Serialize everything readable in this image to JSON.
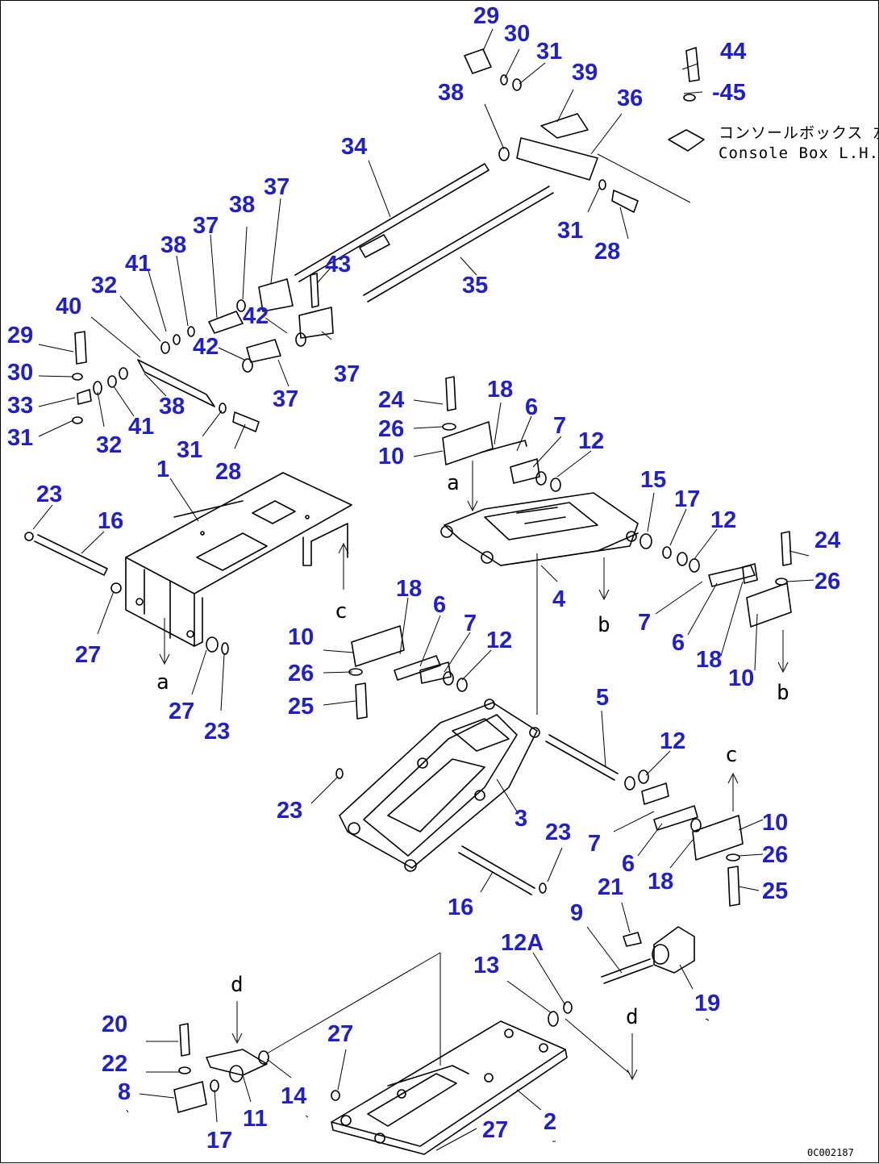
{
  "diagram": {
    "note_jp": "コンソールボックス 左",
    "note_en": "Console Box L.H.",
    "drawing_code": "0C002187",
    "ref_letters": [
      "a",
      "b",
      "c",
      "d"
    ],
    "callouts": {
      "c1": "1",
      "c2": "2",
      "c3": "3",
      "c4": "4",
      "c5": "5",
      "c6a": "6",
      "c6b": "6",
      "c6c": "6",
      "c6d": "6",
      "c7a": "7",
      "c7b": "7",
      "c7c": "7",
      "c7d": "7",
      "c8": "8",
      "c9": "9",
      "c10a": "10",
      "c10b": "10",
      "c10c": "10",
      "c10d": "10",
      "c11": "11",
      "c12a": "12",
      "c12b": "12",
      "c12c": "12",
      "c12d": "12",
      "c12A": "12A",
      "c13": "13",
      "c14": "14",
      "c15": "15",
      "c16a": "16",
      "c16b": "16",
      "c17a": "17",
      "c17b": "17",
      "c18a": "18",
      "c18b": "18",
      "c18c": "18",
      "c18d": "18",
      "c19": "19",
      "c20": "20",
      "c21": "21",
      "c22": "22",
      "c23a": "23",
      "c23b": "23",
      "c23c": "23",
      "c23d": "23",
      "c24a": "24",
      "c24b": "24",
      "c25a": "25",
      "c25b": "25",
      "c26a": "26",
      "c26b": "26",
      "c26c": "26",
      "c26d": "26",
      "c27a": "27",
      "c27b": "27",
      "c27c": "27",
      "c27d": "27",
      "c28a": "28",
      "c28b": "28",
      "c29a": "29",
      "c29b": "29",
      "c30a": "30",
      "c30b": "30",
      "c31a": "31",
      "c31b": "31",
      "c31c": "31",
      "c31d": "31",
      "c32a": "32",
      "c32b": "32",
      "c33": "33",
      "c34": "34",
      "c35": "35",
      "c36": "36",
      "c37a": "37",
      "c37b": "37",
      "c37c": "37",
      "c37d": "37",
      "c38a": "38",
      "c38b": "38",
      "c38c": "38",
      "c38d": "38",
      "c39": "39",
      "c40": "40",
      "c41a": "41",
      "c41b": "41",
      "c42a": "42",
      "c42b": "42",
      "c43": "43",
      "c44": "44",
      "c45": "-45"
    }
  }
}
